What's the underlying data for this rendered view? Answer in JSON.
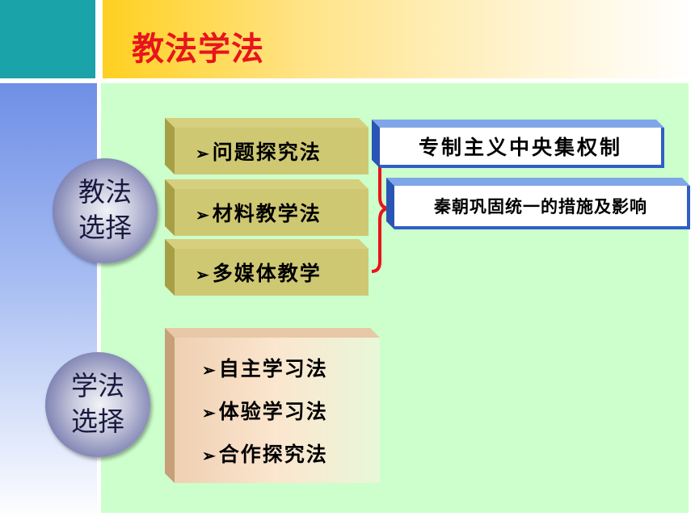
{
  "header": {
    "title": "教法学法"
  },
  "teaching_methods": {
    "circle_label_line1": "教法",
    "circle_label_line2": "选择",
    "arrow_glyph": "➢",
    "items": [
      "问题探究法",
      "材料教学法",
      "多媒体教学"
    ]
  },
  "learning_methods": {
    "circle_label_line1": "学法",
    "circle_label_line2": "选择",
    "arrow_glyph": "➢",
    "items": [
      "自主学习法",
      "体验学习法",
      "合作探究法"
    ]
  },
  "topics": [
    "专制主义中央集权制",
    "秦朝巩固统一的措施及影响"
  ],
  "colors": {
    "title_red": "#e8141b",
    "teal": "#1aa3a8",
    "panel_green": "#ccffcc",
    "brace_red": "#e8141b",
    "topic_blue": "#2f5fc5"
  }
}
